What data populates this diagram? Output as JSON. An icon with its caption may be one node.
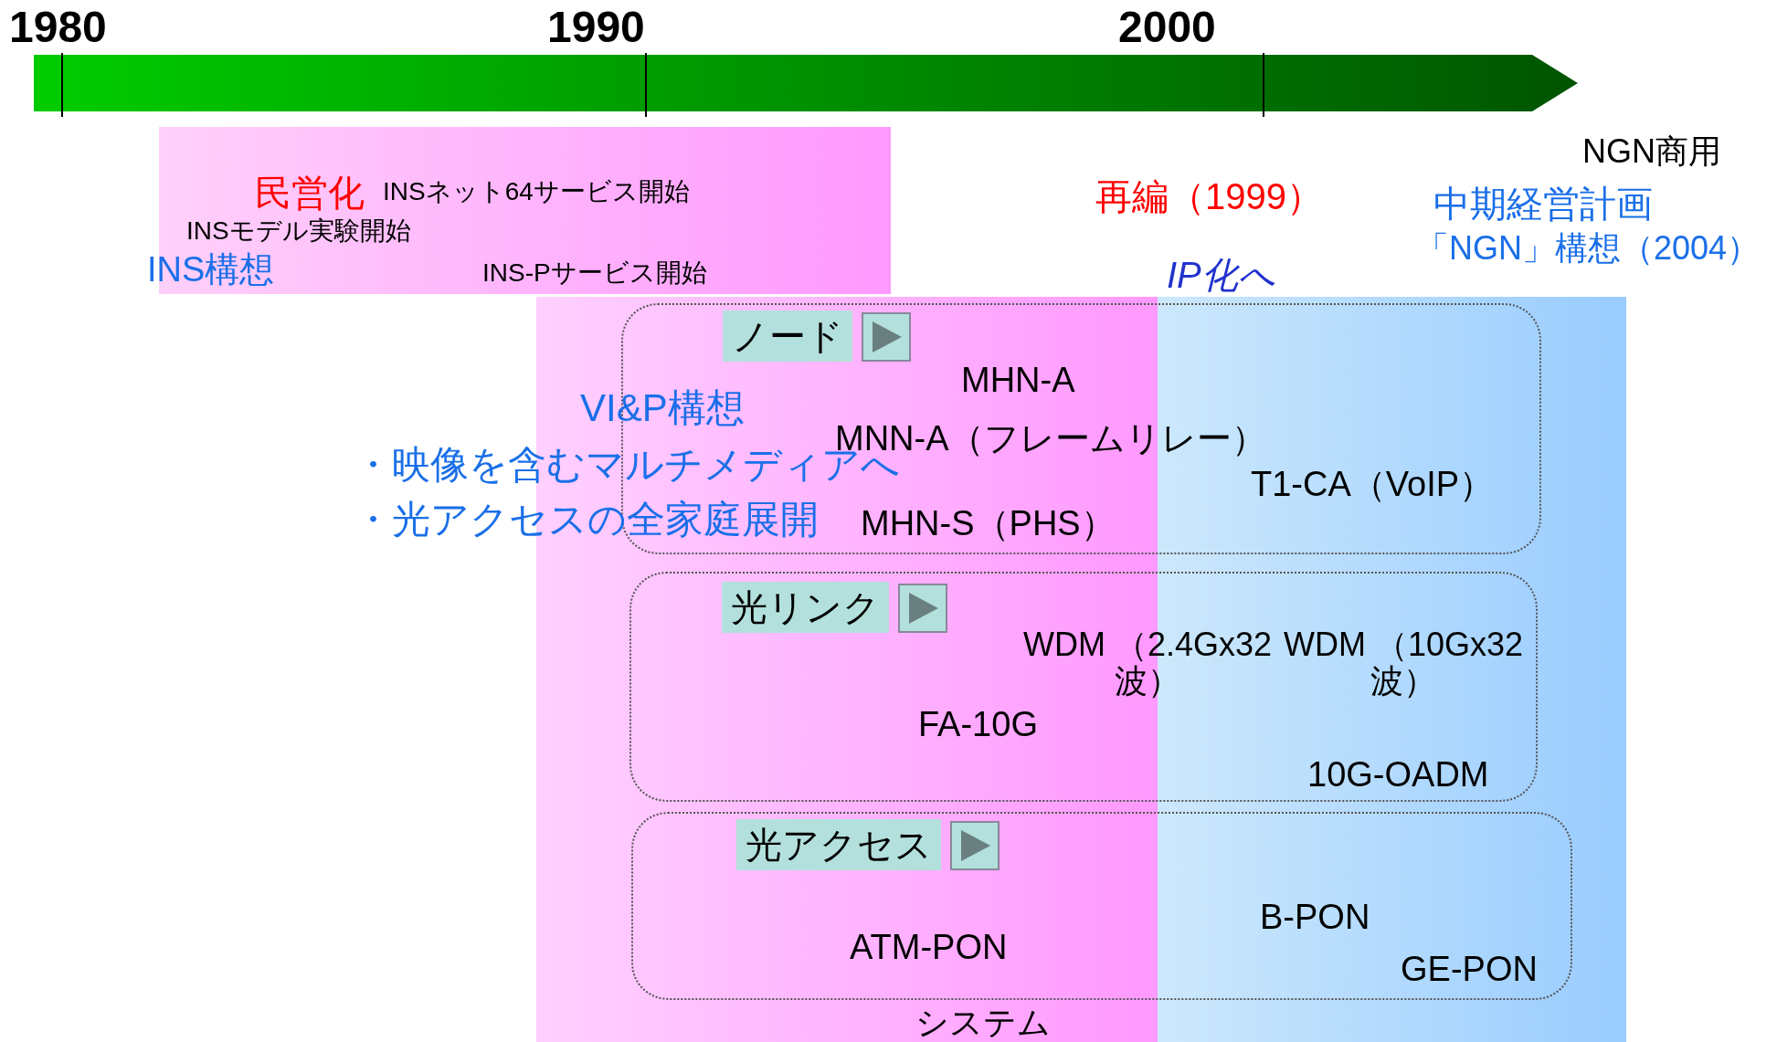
{
  "diagram": {
    "nodes": [
      {
        "text": [
          "民営化",
          "INSネット64サービス開始",
          "INSモデル実験開始",
          "INS構想",
          "INS-Pサービス開始"
        ]
      },
      {
        "text": [
          "システム"
        ]
      },
      {
        "text": [
          "ノード",
          "MHN-A",
          "MNN-A（フレームリレー）",
          "T1-CA（VoIP）",
          "MHN-S（PHS）"
        ],
        "in": 1
      },
      {
        "text": [
          "光リンク",
          "WDM （2.4Gx32波）",
          "WDM （10Gx32波）",
          "FA-10G",
          "10G-OADM"
        ],
        "in": 1
      },
      {
        "text": [
          "光アクセス",
          "ATM-PON",
          "B-PON",
          "GE-PON"
        ],
        "in": 1
      }
    ],
    "edges": [],
    "labels": [
      "1980",
      "1990",
      "2000",
      "NGN商用",
      "再編（1999）",
      "中期経営計画",
      "「NGN」構想（2004）",
      "IP化へ",
      "VI&P構想",
      "・映像を含むマルチメディアへ",
      "・光アクセスの全家庭展開"
    ]
  }
}
